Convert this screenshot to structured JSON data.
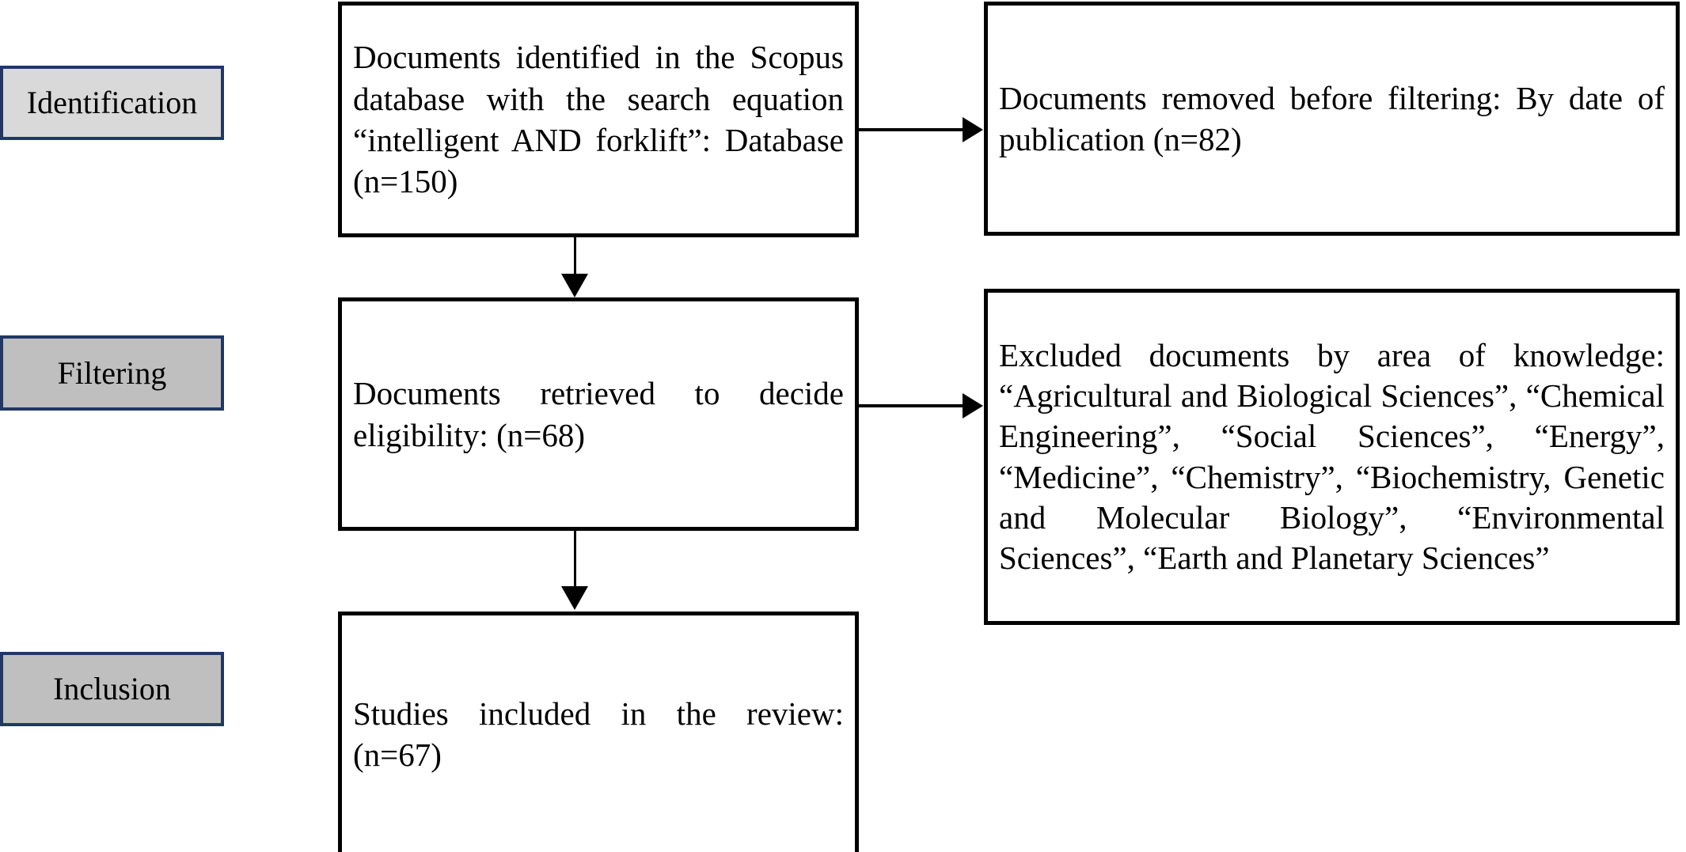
{
  "diagram": {
    "type": "prisma-flow-diagram",
    "stages": [
      {
        "id": "identification",
        "label": "Identification",
        "fill": "#d9d9d9",
        "border": "#203864"
      },
      {
        "id": "filtering",
        "label": "Filtering",
        "fill": "#bfbfbf",
        "border": "#203864"
      },
      {
        "id": "inclusion",
        "label": "Inclusion",
        "fill": "#bfbfbf",
        "border": "#203864"
      }
    ],
    "boxes": [
      {
        "id": "identified",
        "text": "Documents identified in the Scopus database with the search equation “intelligent AND forklift”: Database (n=150)",
        "count": 150
      },
      {
        "id": "removed-before-filtering",
        "text": "Documents removed before filtering: By date of publication (n=82)",
        "count": 82
      },
      {
        "id": "retrieved",
        "text": "Documents retrieved to decide eligibility: (n=68)",
        "count": 68
      },
      {
        "id": "excluded-by-area",
        "text": "Excluded documents by area of knowledge: “Agricultural and Biological Sciences”, “Chemical Engineering”, “Social Sciences”, “Energy”, “Medicine”, “Chemistry”, “Biochemistry, Genetic and Molecular Biology”, “Environmental Sciences”, “Earth and Planetary Sciences”",
        "count": null
      },
      {
        "id": "included",
        "text": "Studies included in the review: (n=67)",
        "count": 67
      }
    ],
    "connectors": [
      {
        "id": "identified-to-removed",
        "from": "identified",
        "to": "removed-before-filtering",
        "direction": "right"
      },
      {
        "id": "identified-to-retrieved",
        "from": "identified",
        "to": "retrieved",
        "direction": "down"
      },
      {
        "id": "retrieved-to-excluded",
        "from": "retrieved",
        "to": "excluded-by-area",
        "direction": "right"
      },
      {
        "id": "retrieved-to-included",
        "from": "retrieved",
        "to": "included",
        "direction": "down"
      }
    ]
  }
}
